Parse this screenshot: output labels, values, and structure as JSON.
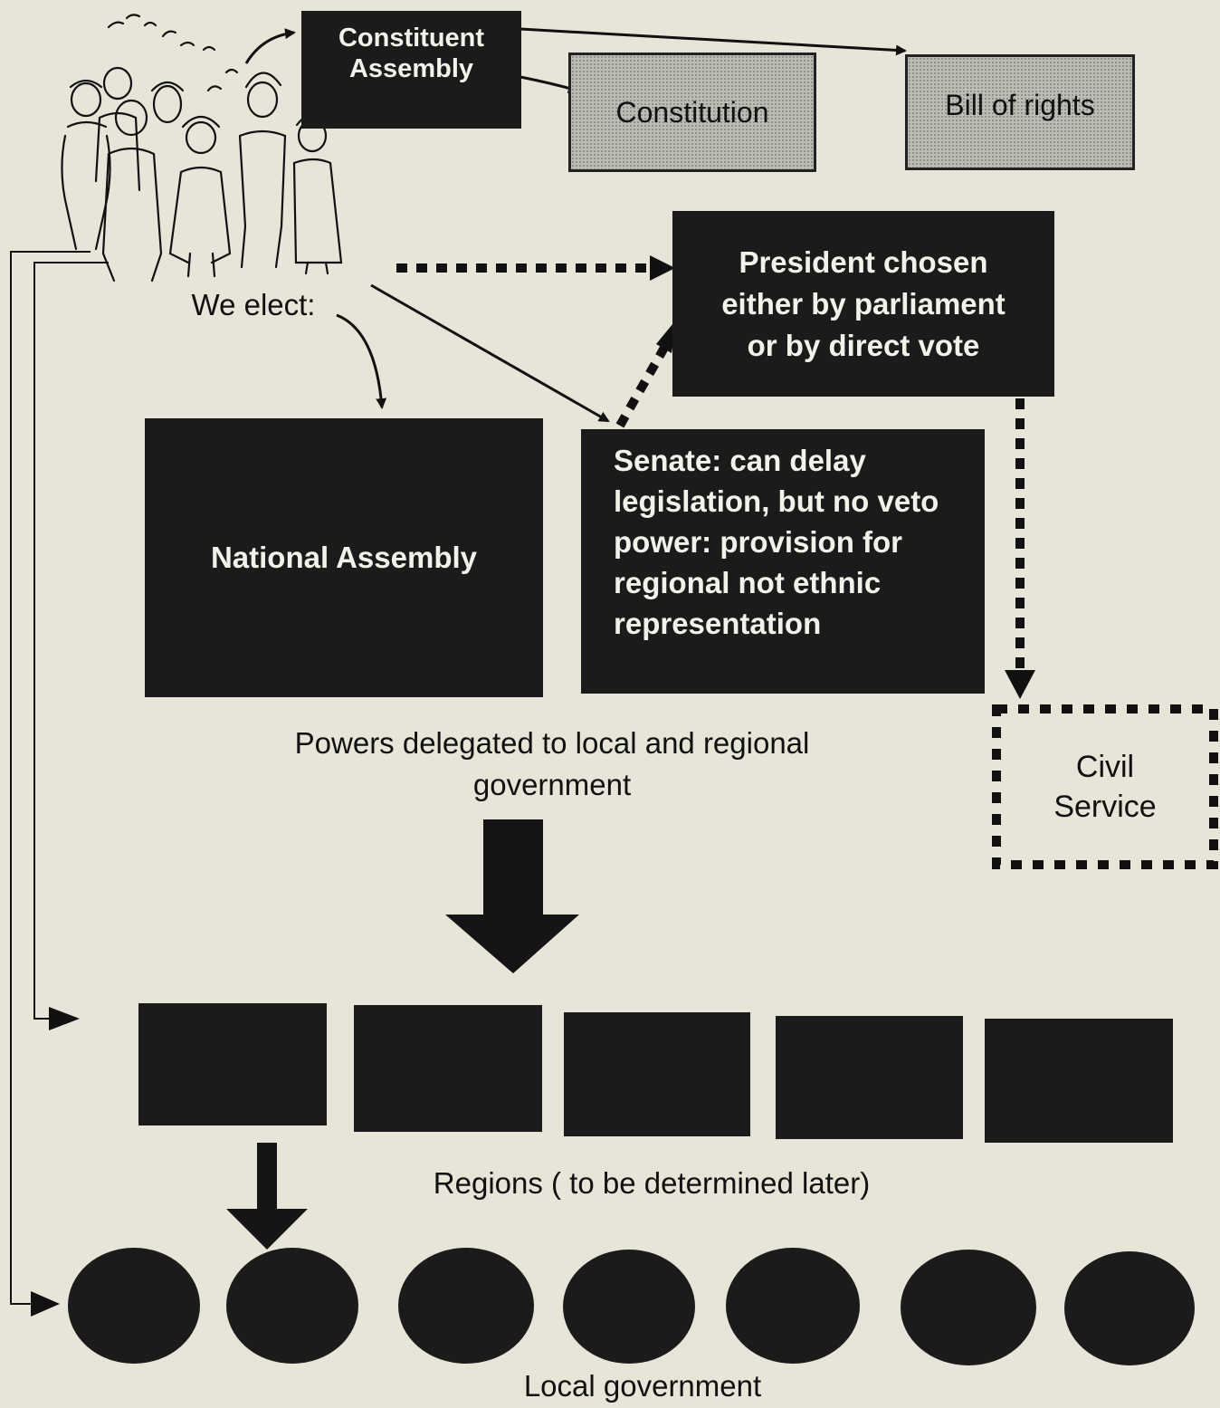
{
  "boxes": {
    "constituent_assembly": "Constituent Assembly",
    "constitution": "Constitution",
    "bill_of_rights": "Bill of rights",
    "president": "President chosen either by parliament or by direct vote",
    "national_assembly": "National Assembly",
    "senate": "Senate:  can delay legislation, but no veto power: provision for regional not ethnic representation",
    "civil_service": "Civil Service"
  },
  "labels": {
    "we_elect": "We elect:",
    "powers_delegated": "Powers delegated to local and regional government",
    "regions": "Regions ( to be determined later)",
    "local_government": "Local government"
  },
  "region_count": 5,
  "local_government_count": 7,
  "colors": {
    "box_fill": "#1b1b1b",
    "shaded_fill": "#bdbdb6",
    "paper": "#e6e5d8"
  }
}
